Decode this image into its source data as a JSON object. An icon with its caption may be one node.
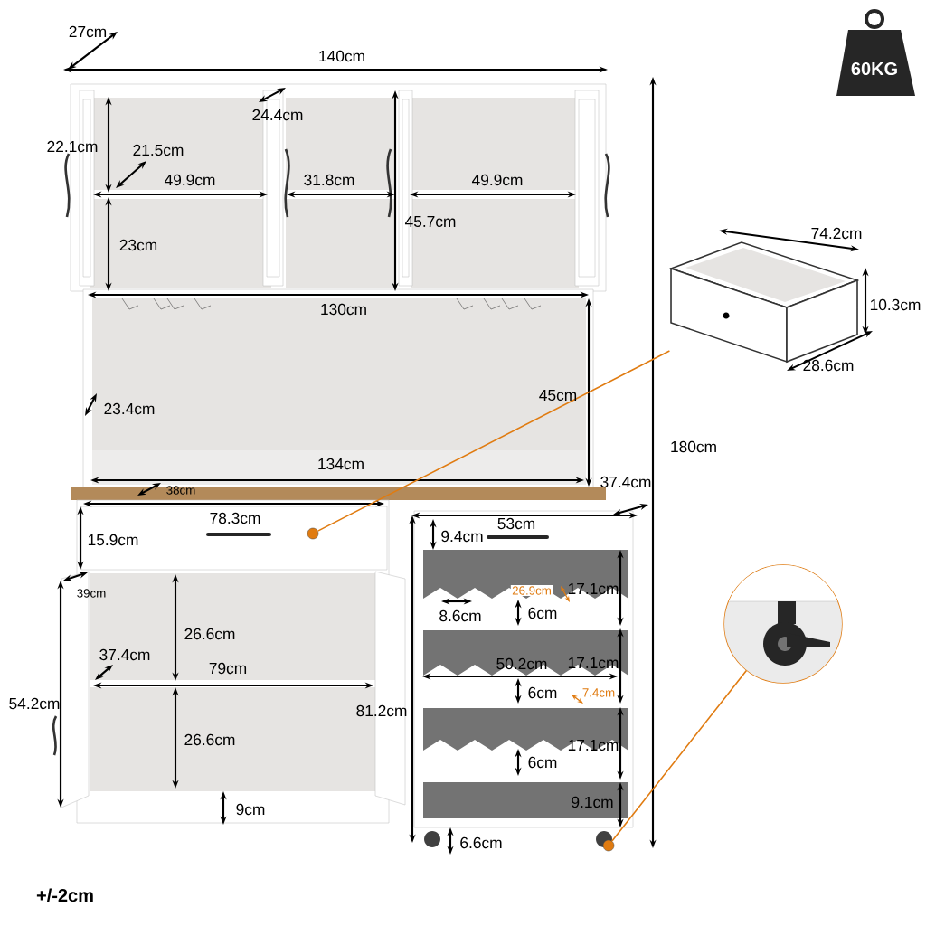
{
  "diagram": {
    "nodes": [
      {
        "text": [],
        "shape": "picture"
      },
      {
        "text": [],
        "shape": "circle"
      },
      {
        "text": [],
        "shape": "picture"
      },
      {
        "text": [],
        "shape": "circle"
      }
    ],
    "edges": [
      {
        "from": 1,
        "to": 0,
        "arrow": "none"
      },
      {
        "from": 3,
        "to": 2,
        "arrow": "none"
      }
    ],
    "labels": [
      "27cm",
      "140cm",
      "60KG",
      "24.4cm",
      "22.1cm",
      "21.5cm",
      "49.9cm",
      "31.8cm",
      "49.9cm",
      "45.7cm",
      "23cm",
      "74.2cm",
      "130cm",
      "10.3cm",
      "28.6cm",
      "45cm",
      "23.4cm",
      "180cm",
      "134cm",
      "38cm",
      "37.4cm",
      "78.3cm",
      "53cm",
      "15.9cm",
      "9.4cm",
      "39cm",
      "26.9cm",
      "17.1cm",
      "26.6cm",
      "8.6cm",
      "6cm",
      "37.4cm",
      "79cm",
      "50.2cm",
      "17.1cm",
      "54.2cm",
      "6cm",
      "7.4cm",
      "81.2cm",
      "26.6cm",
      "17.1cm",
      "6cm",
      "9.1cm",
      "9cm",
      "6.6cm",
      "+/-2cm"
    ]
  }
}
